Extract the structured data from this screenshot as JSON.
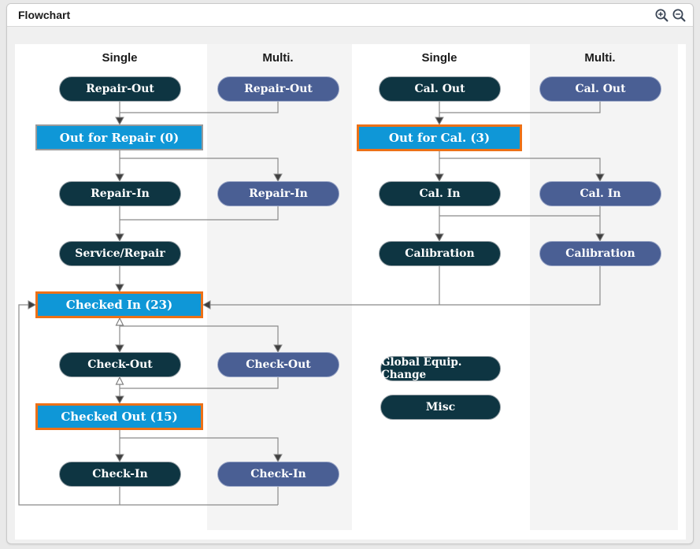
{
  "window": {
    "title": "Flowchart"
  },
  "toolbar": {
    "zoom_in_icon": "magnifier-plus",
    "zoom_out_icon": "magnifier-minus"
  },
  "columns": {
    "repair_single": "Single",
    "repair_multi": "Multi.",
    "cal_single": "Single",
    "cal_multi": "Multi."
  },
  "nodes": {
    "repair_out_single": "Repair-Out",
    "repair_out_multi": "Repair-Out",
    "out_for_repair": "Out for Repair (0)",
    "repair_in_single": "Repair-In",
    "repair_in_multi": "Repair-In",
    "service_repair": "Service/Repair",
    "checked_in": "Checked In (23)",
    "check_out_single": "Check-Out",
    "check_out_multi": "Check-Out",
    "checked_out": "Checked Out (15)",
    "check_in_single": "Check-In",
    "check_in_multi": "Check-In",
    "cal_out_single": "Cal. Out",
    "cal_out_multi": "Cal. Out",
    "out_for_cal": "Out for Cal. (3)",
    "cal_in_single": "Cal. In",
    "cal_in_multi": "Cal. In",
    "calibration_single": "Calibration",
    "calibration_multi": "Calibration",
    "global_equip_change": "Global Equip. Change",
    "misc": "Misc"
  },
  "counts": {
    "out_for_repair": 0,
    "out_for_cal": 3,
    "checked_in": 23,
    "checked_out": 15
  },
  "colors": {
    "node_dark": "#0e3542",
    "node_multi": "#4a5f94",
    "status_fill": "#0f97d7",
    "highlight_border": "#ed7117",
    "connector": "#8a8a8a"
  }
}
